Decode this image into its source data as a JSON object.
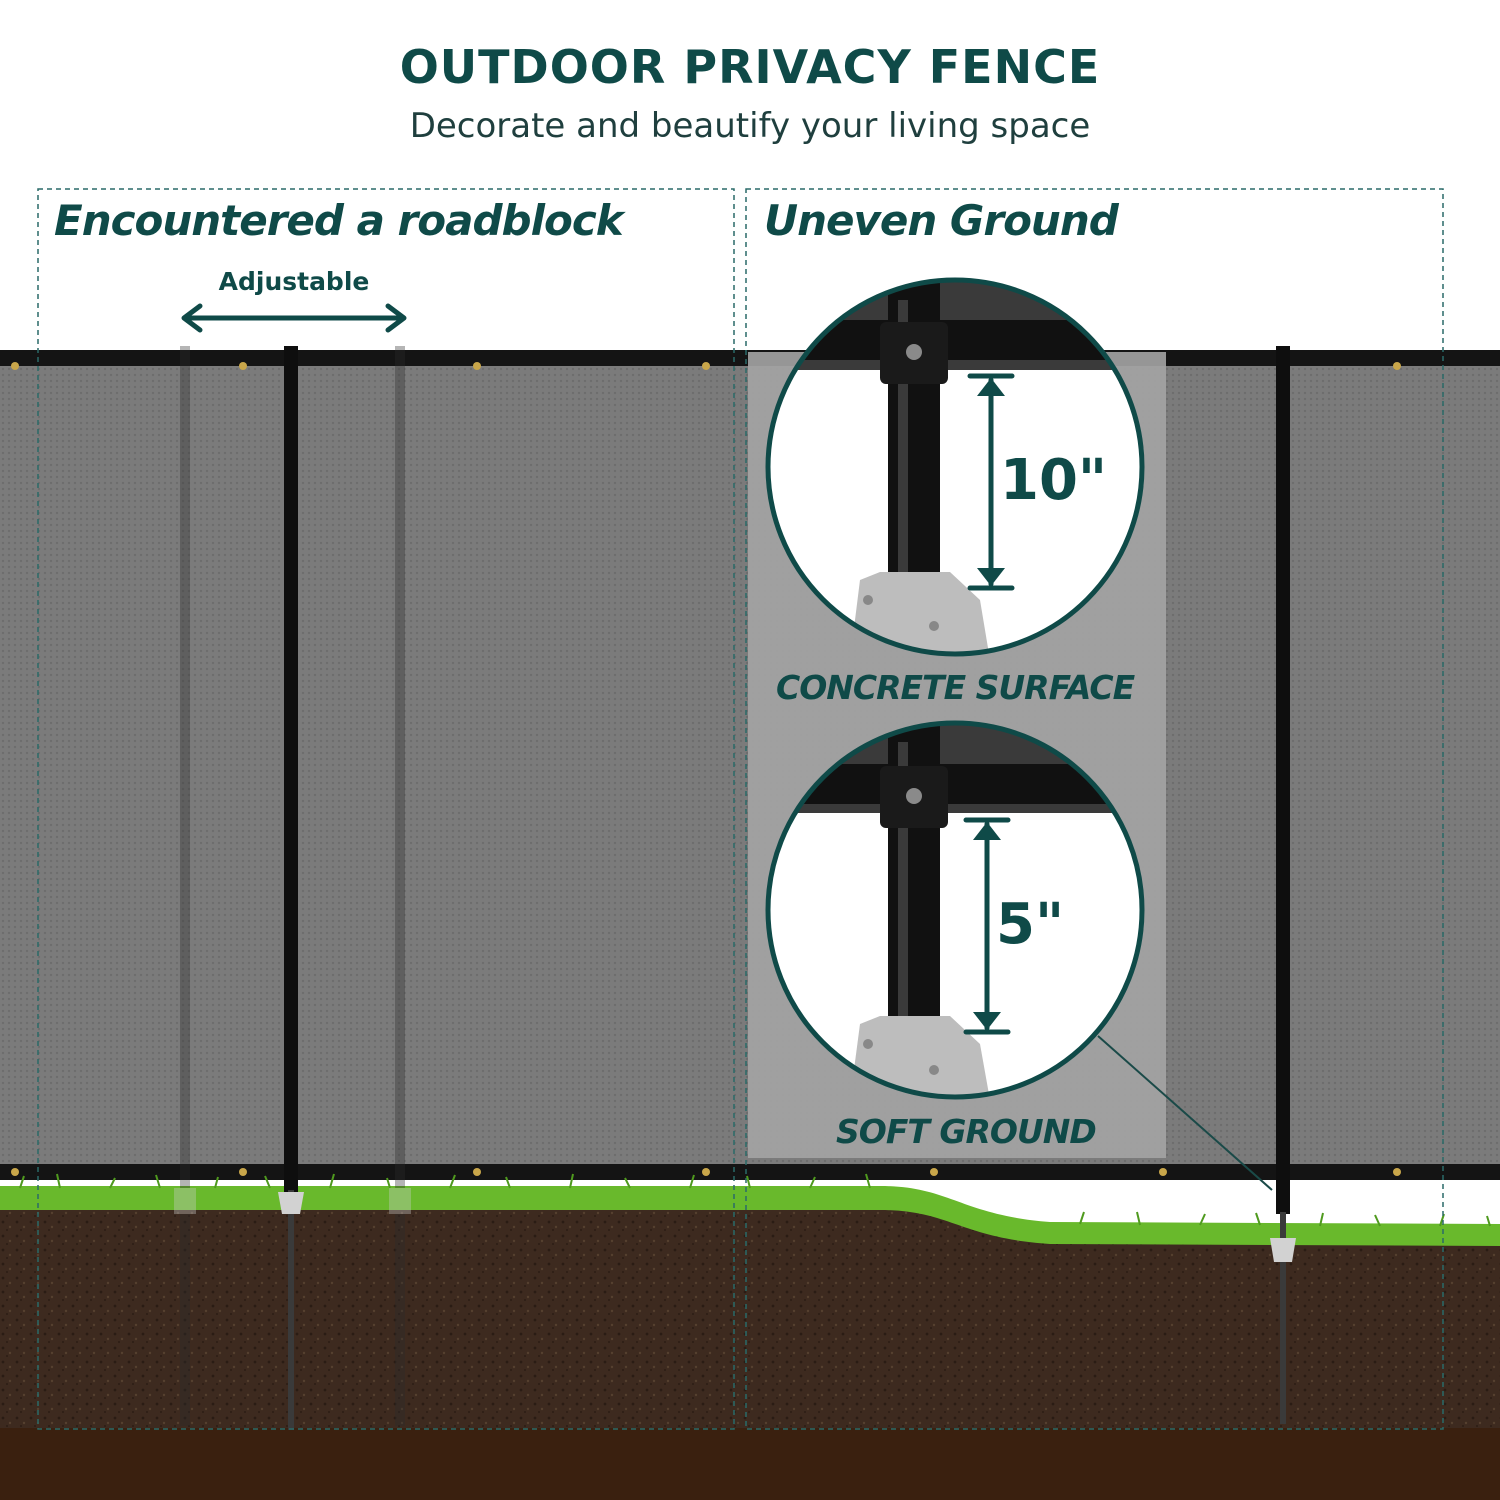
{
  "header": {
    "title": "OUTDOOR PRIVACY FENCE",
    "subtitle": "Decorate and beautify your living space"
  },
  "left_panel": {
    "title": "Encountered a roadblock",
    "adjust_label": "Adjustable"
  },
  "right_panel": {
    "title": "Uneven Ground",
    "callouts": [
      {
        "height_label": "10\"",
        "surface_label": "CONCRETE SURFACE"
      },
      {
        "height_label": "5\"",
        "surface_label": "SOFT GROUND"
      }
    ]
  },
  "colors": {
    "accent": "#0f4a48",
    "fabric": "#7a7a7a",
    "frame": "#111111",
    "grass": "#6fbf2f",
    "soil": "#3e2a1e"
  },
  "icons": [
    "double-arrow-icon",
    "vertical-dimension-arrow-icon",
    "bolt-icon"
  ]
}
